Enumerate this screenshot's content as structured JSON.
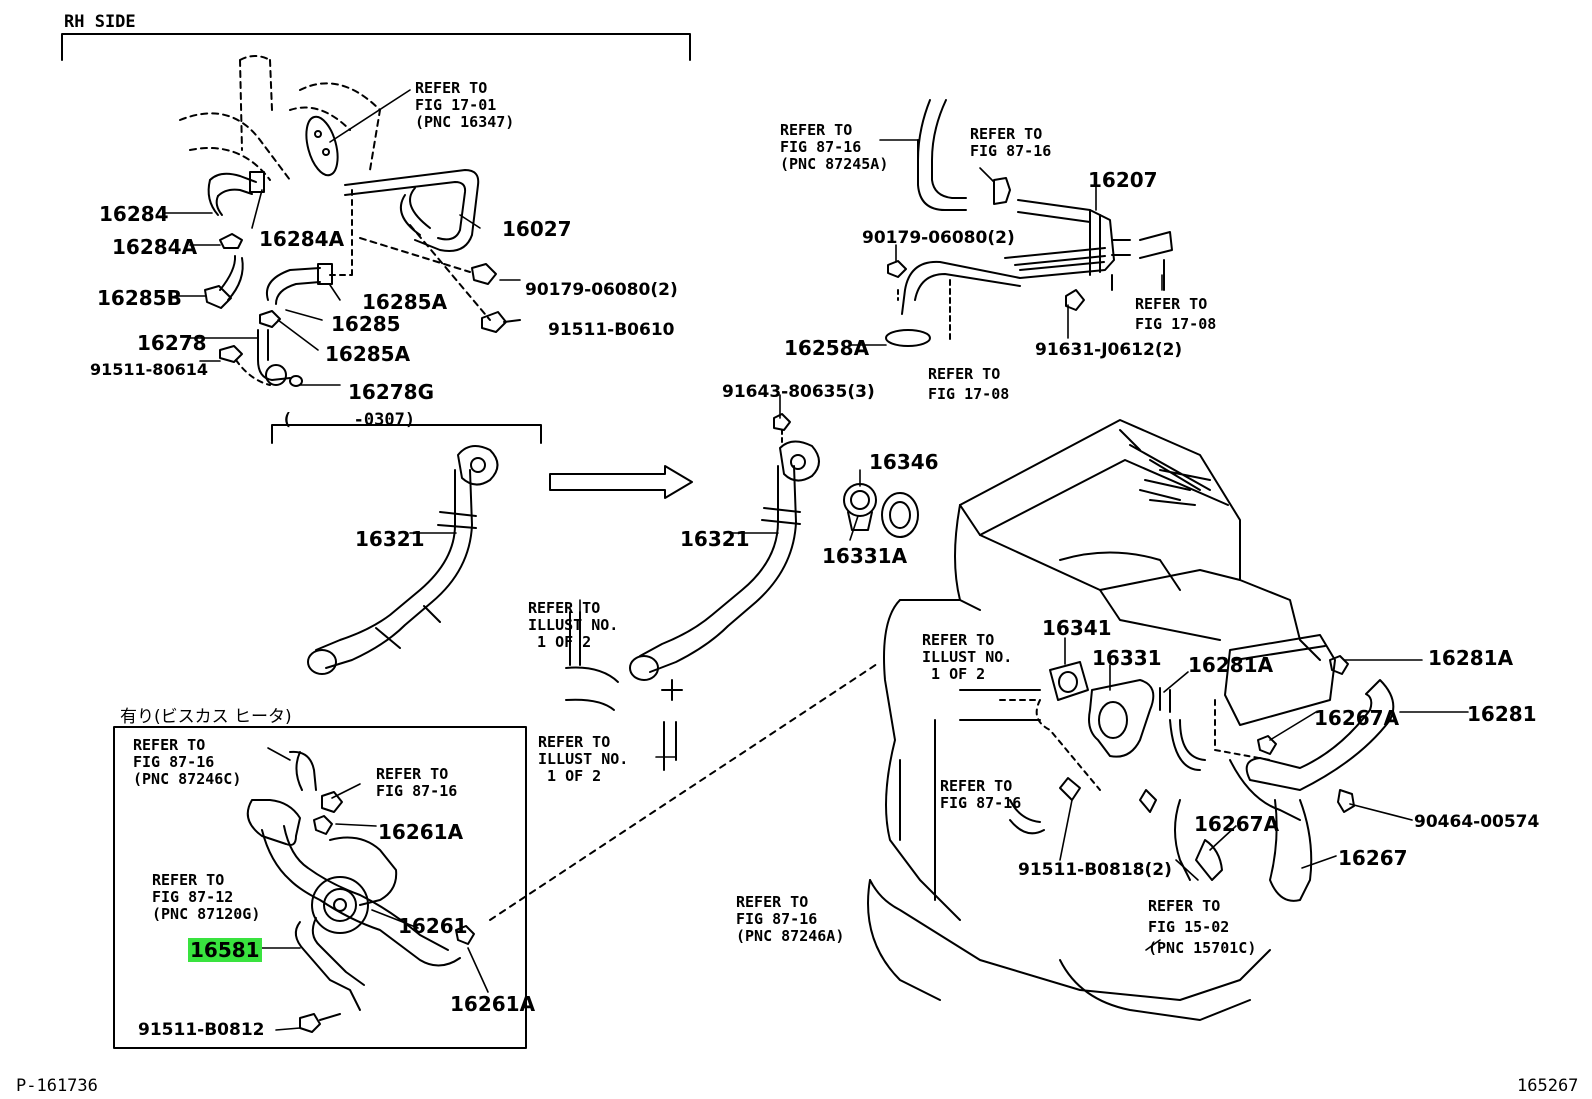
{
  "header": {
    "rh_side": "RH SIDE",
    "range": "(      -0307)",
    "jp_option": "有り(ビスカス ヒータ)"
  },
  "footer": {
    "left_code": "P-161736",
    "right_code": "165267"
  },
  "refs": {
    "fig1701": "REFER TO\nFIG 17-01\n(PNC 16347)",
    "fig8716a": "REFER TO\nFIG 87-16\n(PNC 87245A)",
    "fig8716b": "REFER TO\nFIG 87-16",
    "fig1708a": "REFER TO\nFIG 17-08",
    "fig1708b": "REFER TO\nFIG 17-08",
    "illust1": "REFER TO\nILLUST NO.\n 1 OF 2",
    "illust2": "REFER TO\nILLUST NO.\n 1 OF 2",
    "illust3": "REFER TO\nILLUST NO.\n 1 OF 2",
    "fig8716c": "REFER TO\nFIG 87-16\n(PNC 87246C)",
    "fig8716d": "REFER TO\nFIG 87-16",
    "fig8712": "REFER TO\nFIG 87-12\n(PNC 87120G)",
    "fig8716e": "REFER TO\nFIG 87-16",
    "fig8716f": "REFER TO\nFIG 87-16\n(PNC 87246A)",
    "fig1502": "REFER TO\nFIG 15-02\n(PNC 15701C)"
  },
  "parts": {
    "p16284": "16284",
    "p16284A": "16284A",
    "p16285B": "16285B",
    "p16278": "16278",
    "p91511_80614": "91511-80614",
    "p16027": "16027",
    "p90179_06080_a": "90179-06080(2)",
    "p16285A_1": "16285A",
    "p16285": "16285",
    "p91511_B0610": "91511-B0610",
    "p16285A_2": "16285A",
    "p16278G": "16278G",
    "p16207": "16207",
    "p90179_06080_b": "90179-06080(2)",
    "p16258A": "16258A",
    "p91631_J0612": "91631-J0612(2)",
    "p91643_80635": "91643-80635(3)",
    "p16346": "16346",
    "p16321_a": "16321",
    "p16321_b": "16321",
    "p16331A": "16331A",
    "p16341": "16341",
    "p16331": "16331",
    "p16281A_a": "16281A",
    "p16281A_b": "16281A",
    "p16281": "16281",
    "p16267A_a": "16267A",
    "p90464_00574": "90464-00574",
    "p16267A_b": "16267A",
    "p16267": "16267",
    "p91511_B0818": "91511-B0818(2)",
    "p16261A_a": "16261A",
    "p16261": "16261",
    "p16581": "16581",
    "p16261A_b": "16261A",
    "p91511_B0812": "91511-B0812"
  }
}
